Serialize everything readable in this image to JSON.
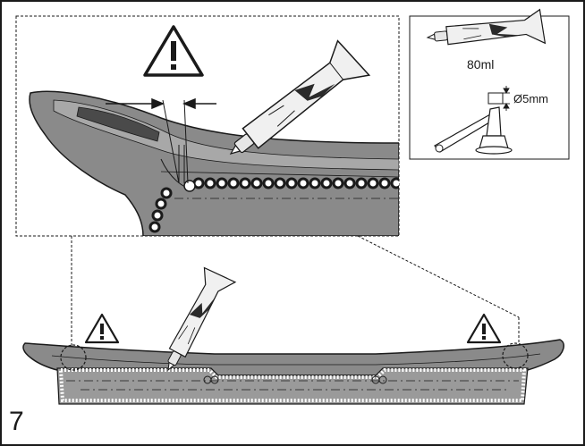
{
  "step": {
    "number": "7"
  },
  "detail_inset": {
    "tube_volume": "80ml",
    "bead_diameter": "Ø5mm"
  },
  "warning": {
    "symbol": "!"
  },
  "colors": {
    "part_fill": "#8a8a8a",
    "part_dark": "#5f5f5f",
    "part_light": "#a8a8a8",
    "outline": "#1a1a1a",
    "bead": "#1a1a1a",
    "tube_body": "#f0f0f0",
    "warning_fill": "#ffffff"
  },
  "icons": [
    "warning-icon",
    "adhesive-tube-icon",
    "nozzle-cutter-icon"
  ]
}
